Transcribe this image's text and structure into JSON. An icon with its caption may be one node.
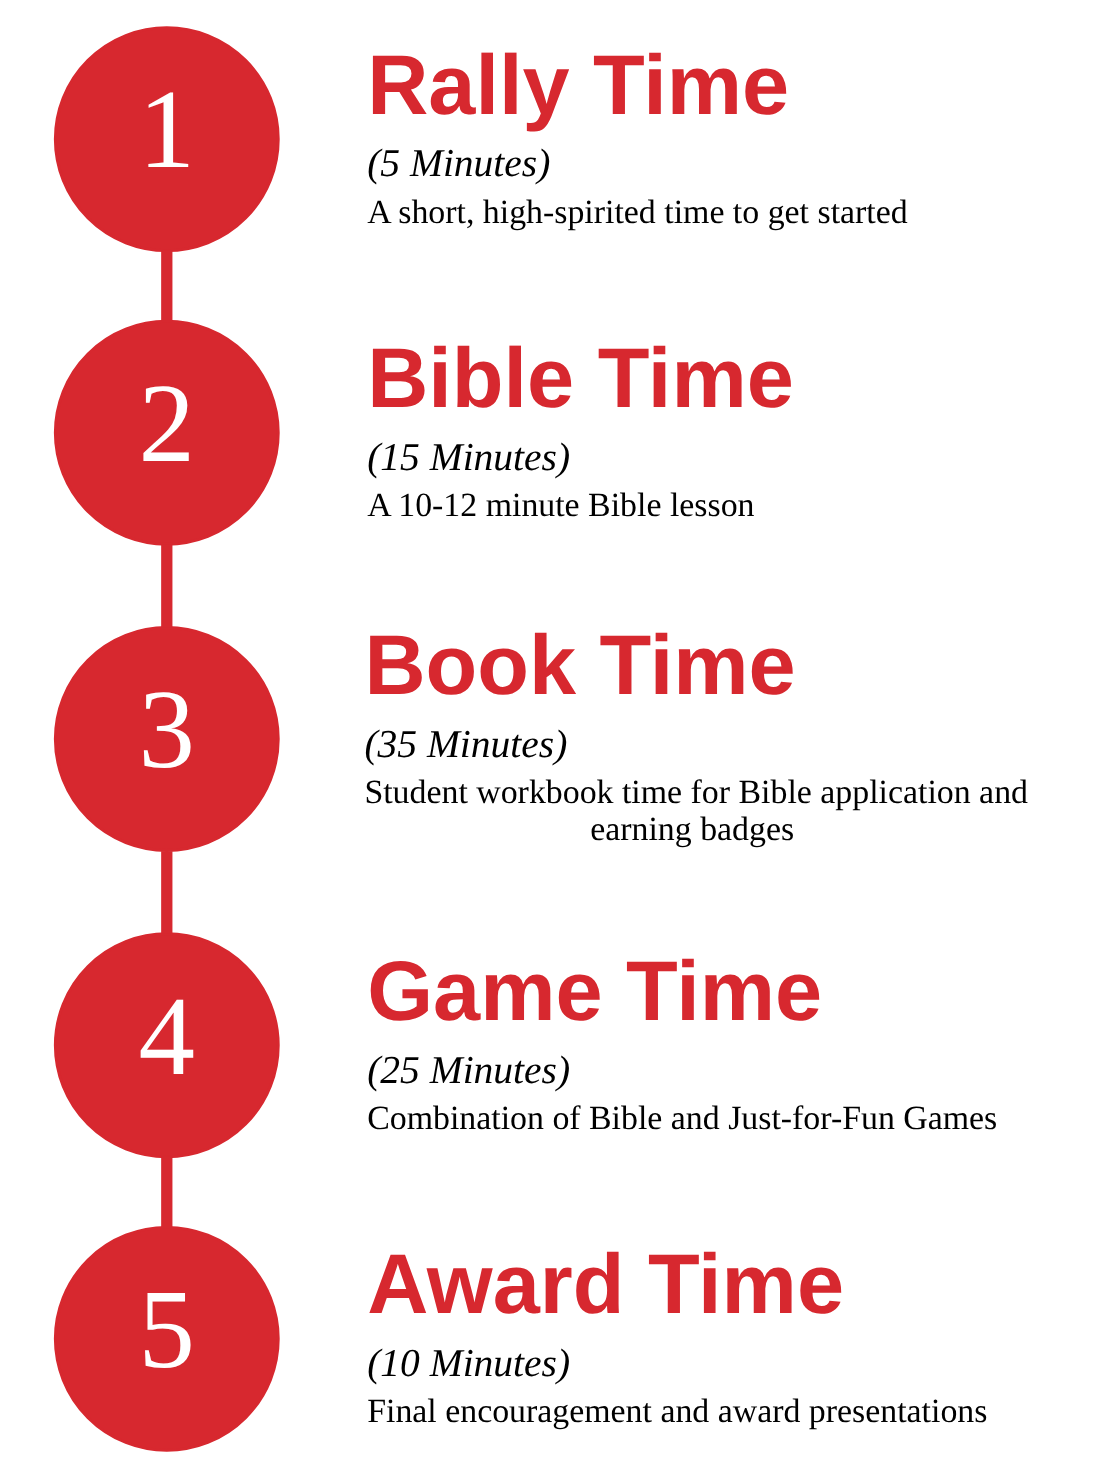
{
  "diagram": {
    "nodes": [
      {
        "text": [
          "1"
        ],
        "beside": [
          "Rally Time",
          "(5 Minutes)",
          "A short, high-spirited time to get started"
        ]
      },
      {
        "text": [
          "2"
        ],
        "beside": [
          "Bible Time",
          "(15 Minutes)",
          "A 10-12 minute Bible lesson"
        ]
      },
      {
        "text": [
          "3"
        ],
        "beside": [
          "Book Time",
          "(35 Minutes)",
          "Student workbook time for Bible application and earning badges"
        ]
      },
      {
        "text": [
          "4"
        ],
        "beside": [
          "Game Time",
          "(25 Minutes)",
          "Combination of Bible and Just-for-Fun Games"
        ]
      },
      {
        "text": [
          "5"
        ],
        "beside": [
          "Award Time",
          "(10 Minutes)",
          "Final encouragement and award presentations"
        ]
      }
    ],
    "edges": [
      {
        "from": 0,
        "to": 1,
        "arrow": "none"
      },
      {
        "from": 1,
        "to": 2,
        "arrow": "none"
      },
      {
        "from": 2,
        "to": 3,
        "arrow": "none"
      },
      {
        "from": 3,
        "to": 4,
        "arrow": "none"
      }
    ]
  }
}
